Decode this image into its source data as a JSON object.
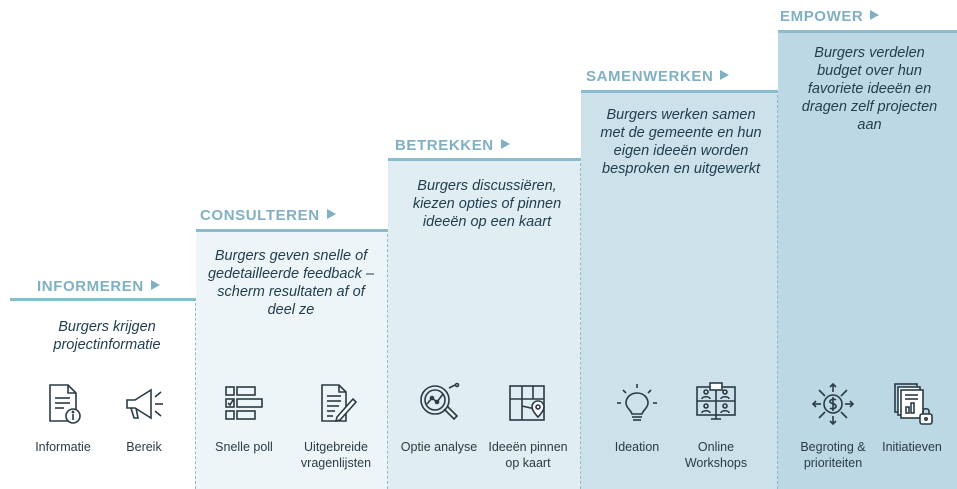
{
  "stages": [
    {
      "title": "INFORMEREN",
      "description": "Burgers krijgen projectinformatie",
      "items": [
        {
          "label": "Informatie",
          "icon": "document-info-icon"
        },
        {
          "label": "Bereik",
          "icon": "megaphone-icon"
        }
      ]
    },
    {
      "title": "CONSULTEREN",
      "description": "Burgers geven snelle of gedetailleerde feedback – scherm resultaten af of deel ze",
      "items": [
        {
          "label": "Snelle poll",
          "icon": "poll-list-icon"
        },
        {
          "label": "Uitgebreide vragenlijsten",
          "icon": "questionnaire-icon"
        }
      ]
    },
    {
      "title": "BETREKKEN",
      "description": "Burgers discussiëren, kiezen opties of pinnen ideeën op een kaart",
      "items": [
        {
          "label": "Optie analyse",
          "icon": "magnifier-chart-icon"
        },
        {
          "label": "Ideeën pinnen op kaart",
          "icon": "map-pin-icon"
        }
      ]
    },
    {
      "title": "SAMENWERKEN",
      "description": "Burgers werken samen met de gemeente en hun eigen ideeën worden besproken en uitgewerkt",
      "items": [
        {
          "label": "Ideation",
          "icon": "lightbulb-icon"
        },
        {
          "label": "Online Workshops",
          "icon": "online-workshop-icon"
        }
      ]
    },
    {
      "title": "EMPOWER",
      "description": "Burgers verdelen budget over hun favoriete ideeën en dragen zelf projecten aan",
      "items": [
        {
          "label": "Begroting & prioriteiten",
          "icon": "budget-arrows-icon"
        },
        {
          "label": "Initiatieven",
          "icon": "documents-lock-icon"
        }
      ]
    }
  ],
  "colors": {
    "title": "#7fb0c3",
    "line": "#8bbccd",
    "fills": [
      "#ffffff",
      "#eef5f8",
      "#e0edf2",
      "#cce1ea",
      "#bcd8e4"
    ],
    "icon": "#2a3b45"
  }
}
